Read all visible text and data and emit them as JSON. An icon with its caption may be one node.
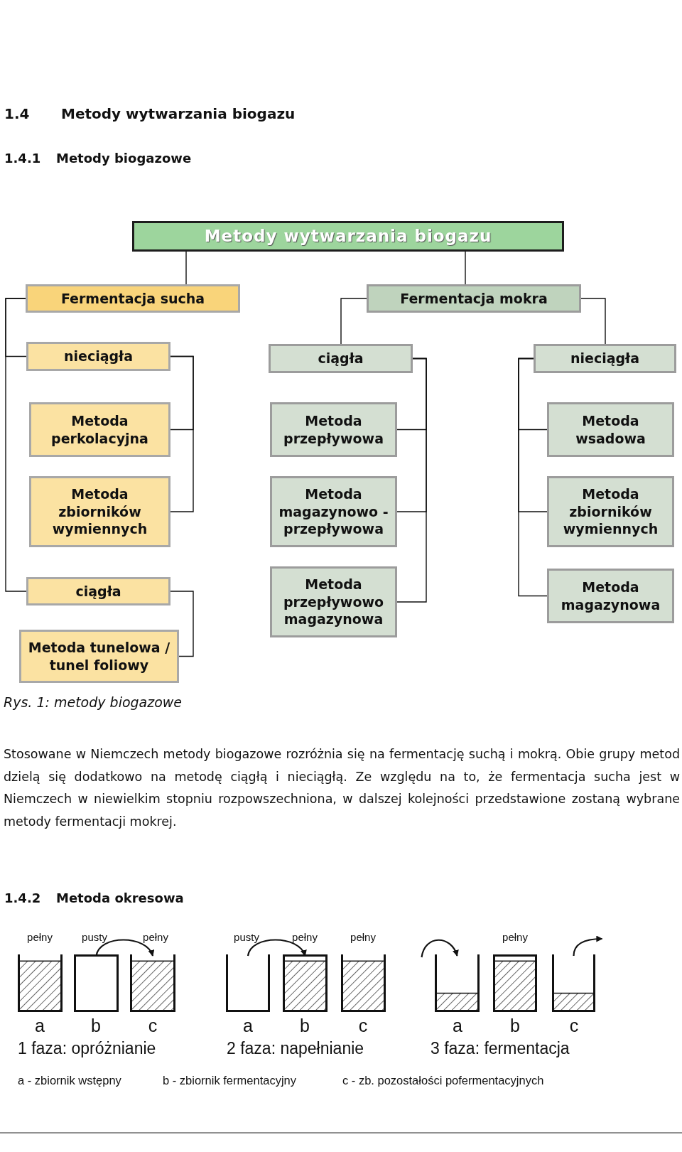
{
  "diagram": {
    "caption": "Rys. 1: metody biogazowe",
    "nodes": [
      {
        "text": [
          "Metody wytwarzania biogazu"
        ]
      },
      {
        "text": [
          "Fermentacja sucha"
        ]
      },
      {
        "text": [
          "Fermentacja mokra"
        ]
      },
      {
        "text": [
          "nieciągła"
        ]
      },
      {
        "text": [
          "Metoda perkolacyjna"
        ]
      },
      {
        "text": [
          "Metoda zbiorników wymiennych"
        ]
      },
      {
        "text": [
          "ciągła"
        ]
      },
      {
        "text": [
          "Metoda tunelowa / tunel foliowy"
        ]
      },
      {
        "text": [
          "ciągła"
        ]
      },
      {
        "text": [
          "Metoda przepływowa"
        ]
      },
      {
        "text": [
          "Metoda magazynowo - przepływowa"
        ]
      },
      {
        "text": [
          "Metoda przepływowo magazynowa"
        ]
      },
      {
        "text": [
          "nieciągła"
        ]
      },
      {
        "text": [
          "Metoda wsadowa"
        ]
      },
      {
        "text": [
          "Metoda zbiorników wymiennych"
        ]
      },
      {
        "text": [
          "Metoda magazynowa"
        ]
      },
      {
        "text": [],
        "shape": "box",
        "beside": [
          "pełny",
          "a"
        ]
      },
      {
        "text": [],
        "shape": "box",
        "beside": [
          "pusty",
          "b"
        ]
      },
      {
        "text": [],
        "shape": "box",
        "beside": [
          "pełny",
          "c"
        ]
      },
      {
        "text": [],
        "shape": "box",
        "beside": [
          "pusty",
          "a"
        ]
      },
      {
        "text": [],
        "shape": "box",
        "beside": [
          "pełny",
          "b"
        ]
      },
      {
        "text": [],
        "shape": "box",
        "beside": [
          "pełny",
          "c"
        ]
      },
      {
        "text": [],
        "shape": "box",
        "beside": [
          "a"
        ]
      },
      {
        "text": [],
        "shape": "box",
        "beside": [
          "pełny",
          "b"
        ]
      },
      {
        "text": [],
        "shape": "box",
        "beside": [
          "c"
        ]
      }
    ],
    "edges": [
      {
        "from": 0,
        "to": 1,
        "arrow": "none"
      },
      {
        "from": 0,
        "to": 2,
        "arrow": "none"
      },
      {
        "from": 1,
        "to": 3,
        "arrow": "none"
      },
      {
        "from": 1,
        "to": 6,
        "arrow": "none"
      },
      {
        "from": 3,
        "to": 4,
        "arrow": "none"
      },
      {
        "from": 3,
        "to": 5,
        "arrow": "none"
      },
      {
        "from": 6,
        "to": 7,
        "arrow": "none"
      },
      {
        "from": 2,
        "to": 8,
        "arrow": "none"
      },
      {
        "from": 2,
        "to": 12,
        "arrow": "none"
      },
      {
        "from": 8,
        "to": 9,
        "arrow": "none"
      },
      {
        "from": 8,
        "to": 10,
        "arrow": "none"
      },
      {
        "from": 8,
        "to": 11,
        "arrow": "none"
      },
      {
        "from": 12,
        "to": 13,
        "arrow": "none"
      },
      {
        "from": 12,
        "to": 14,
        "arrow": "none"
      },
      {
        "from": 12,
        "to": 15,
        "arrow": "none"
      },
      {
        "from": 17,
        "to": 18,
        "arrow": "to"
      },
      {
        "from": 19,
        "to": 20,
        "arrow": "to"
      },
      {
        "from": null,
        "to": 22,
        "arrow": "to"
      },
      {
        "from": 24,
        "to": null,
        "arrow": "to"
      }
    ],
    "labels": [
      "1.4",
      "Metody wytwarzania biogazu",
      "1.4.1",
      "Metody biogazowe",
      "Stosowane w Niemczech metody biogazowe rozróżnia się na fermentację suchą i mokrą. Obie grupy metod dzielą się dodatkowo na metodę ciągłą i nieciągłą. Ze względu na to, że fermentacja sucha jest w Niemczech w niewielkim stopniu rozpowszechniona, w dalszej kolejności przedstawione zostaną wybrane metody fermentacji mokrej.",
      "1.4.2",
      "Metoda okresowa",
      "1 faza: opróżnianie",
      "2 faza: napełnianie",
      "3 faza: fermentacja",
      "a - zbiornik wstępny",
      "b - zbiornik fermentacyjny",
      "c - zb. pozostałości pofermentacyjnych"
    ]
  }
}
